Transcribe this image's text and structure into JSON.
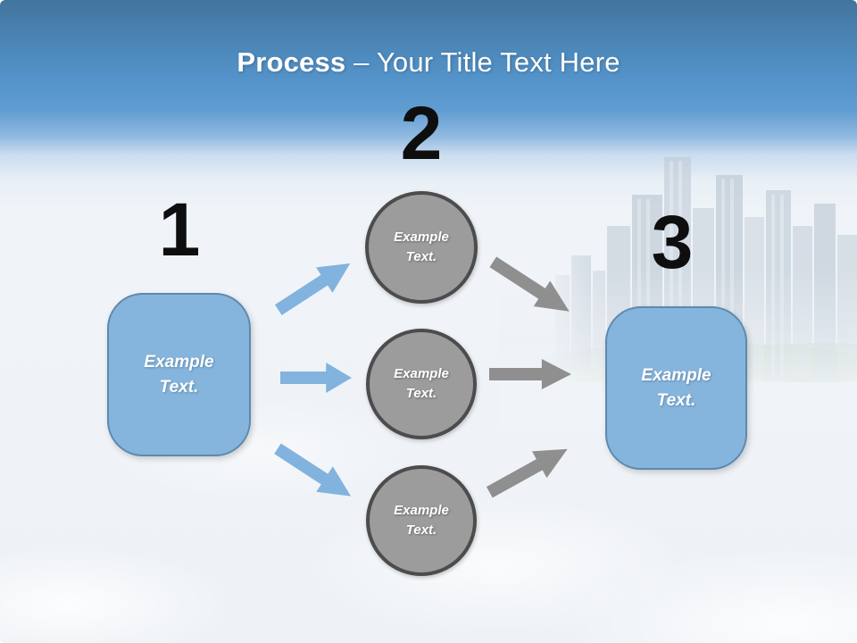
{
  "slide": {
    "title": {
      "emphasis": "Process",
      "rest": " – Your Title Text Here"
    },
    "steps": [
      {
        "number": "1"
      },
      {
        "number": "2"
      },
      {
        "number": "3"
      }
    ],
    "start_box": {
      "label": "Example Text."
    },
    "end_box": {
      "label": "Example Text."
    },
    "circles": [
      {
        "label": "Example Text."
      },
      {
        "label": "Example Text."
      },
      {
        "label": "Example Text."
      }
    ],
    "colors": {
      "header_blue_top": "#42749d",
      "header_blue_mid": "#5f9cd2",
      "body_background": "#eef2f6",
      "box_fill": "#85b5dd",
      "box_border": "#5d89ae",
      "circle_fill": "#9c9c9c",
      "circle_border": "#4c4c4c",
      "arrow_blue": "#82b3de",
      "arrow_gray": "#8f8f8f",
      "number_color": "#0e0e0e",
      "title_color": "#ffffff"
    }
  }
}
